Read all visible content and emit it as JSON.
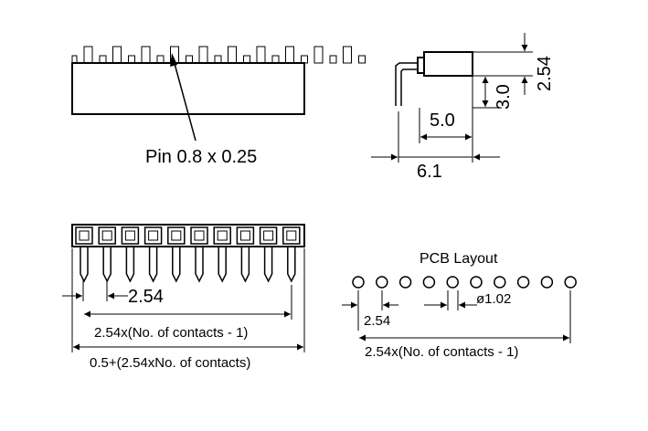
{
  "front_view": {
    "pin_label": "Pin 0.8 x 0.25",
    "pin_count": 10
  },
  "side_view": {
    "dim_height_top": "2.54",
    "dim_height": "3.0",
    "dim_depth": "5.0",
    "dim_total": "6.1"
  },
  "bottom_view": {
    "pitch": "2.54",
    "span_formula": "2.54x(No. of contacts - 1)",
    "length_formula": "0.5+(2.54xNo. of contacts)",
    "contact_count": 10
  },
  "pcb_layout": {
    "title": "PCB Layout",
    "hole_diameter": "ø1.02",
    "pitch": "2.54",
    "span_formula": "2.54x(No. of contacts - 1)",
    "hole_count": 10
  }
}
